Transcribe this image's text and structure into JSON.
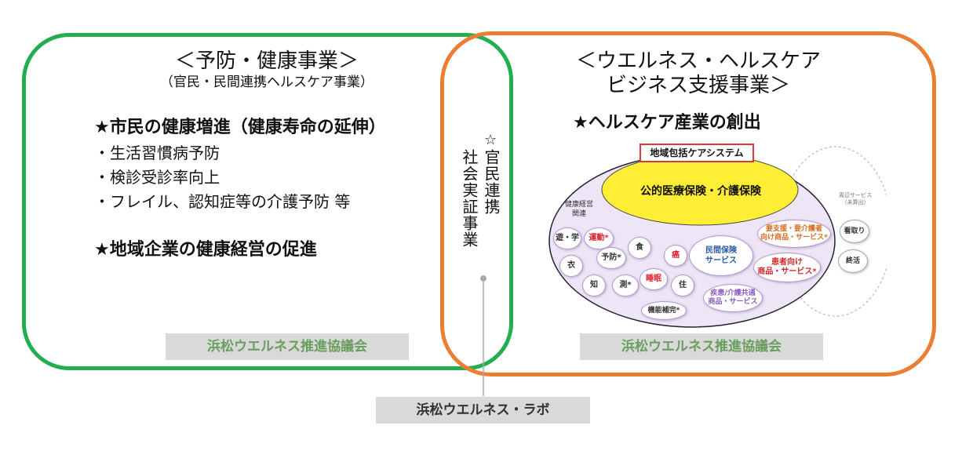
{
  "left": {
    "title": "＜予防・健康事業＞",
    "subtitle": "（官民・民間連携ヘルスケア事業）",
    "heading1": "★市民の健康増進（健康寿命の延伸）",
    "bullets": [
      "・生活習慣病予防",
      "・検診受診率向上",
      "・フレイル、認知症等の介護予防 等"
    ],
    "heading2": "★地域企業の健康経営の促進",
    "badge": "浜松ウエルネス推進協議会"
  },
  "center": {
    "star": "☆",
    "col1": "官民連携",
    "col2": "社会実証事業"
  },
  "right": {
    "title_line1": "＜ウエルネス・ヘルスケア",
    "title_line2": "ビジネス支援事業＞",
    "heading": "★ヘルスケア産業の創出",
    "badge": "浜松ウエルネス推進協議会"
  },
  "care_system": {
    "label": "地域包括ケアシステム",
    "core": "公的医療保険・介護保険",
    "health_mgmt_line1": "健康経営",
    "health_mgmt_line2": "関連",
    "items": [
      "遊・学",
      "運動*",
      "食",
      "癌",
      "衣",
      "予防*",
      "知",
      "測*",
      "睡眠",
      "住",
      "機能補完*"
    ],
    "private_ins_line1": "民間保険",
    "private_ins_line2": "サービス",
    "care_goods_line1": "要支援・要介護者",
    "care_goods_line2": "向け商品・サービス*",
    "patient_line1": "患者向け",
    "patient_line2": "商品・サービス*",
    "shared_line1": "疾患/介護共通",
    "shared_line2": "商品・サービス",
    "peri_line1": "周辺サービス",
    "peri_line2": "（未算出）",
    "mitori": "看取り",
    "shukatsu": "終活"
  },
  "lab": "浜松ウエルネス・ラボ"
}
